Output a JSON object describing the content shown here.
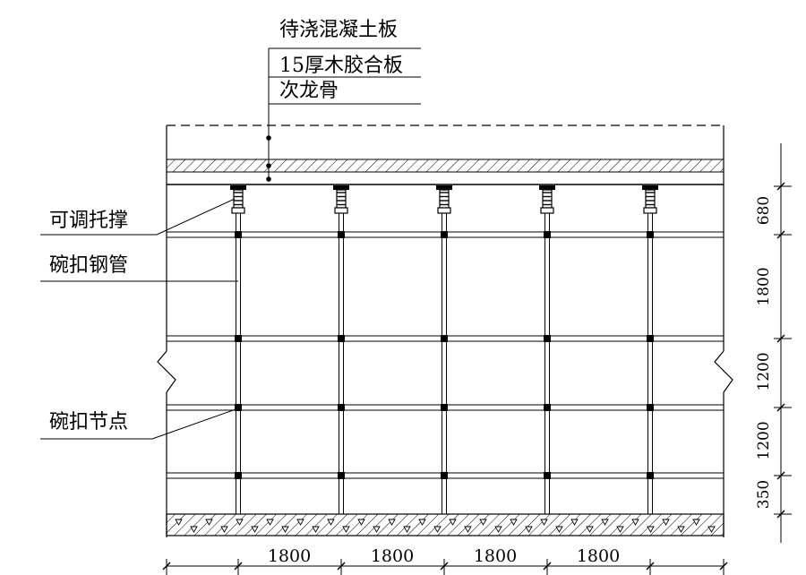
{
  "layers": {
    "slab": "待浇混凝土板",
    "plywood": "15厚木胶合板",
    "secondary_joist": "次龙骨"
  },
  "labels": {
    "adjustable_support": "可调托撑",
    "bowl_buckle_pipe": "碗扣钢管",
    "bowl_buckle_node": "碗扣节点"
  },
  "dimensions": {
    "horizontal": [
      "1800",
      "1800",
      "1800",
      "1800"
    ],
    "vertical": [
      "680",
      "1800",
      "1200",
      "1200",
      "350"
    ]
  }
}
